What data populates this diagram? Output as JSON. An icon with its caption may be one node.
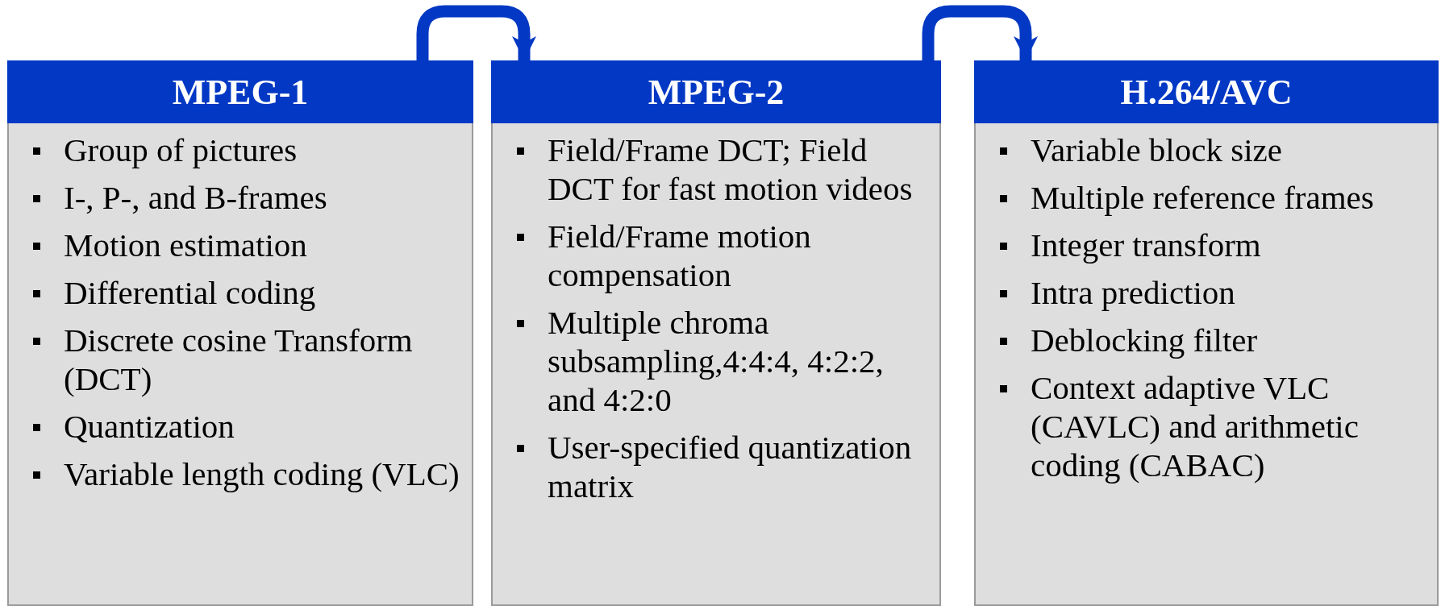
{
  "diagram": {
    "nodes": [
      {
        "text": [
          "MPEG-1"
        ]
      },
      {
        "text": [
          "Group of pictures",
          "I-, P-, and B-frames",
          "Motion estimation",
          "Differential coding",
          "Discrete cosine Transform (DCT)",
          "Quantization",
          "Variable length coding (VLC)"
        ]
      },
      {
        "text": [
          "MPEG-2"
        ]
      },
      {
        "text": [
          "Field/Frame DCT; Field DCT for fast motion videos",
          "Field/Frame motion compensation",
          "Multiple chroma subsampling,4:4:4, 4:2:2, and 4:2:0",
          "User-specified quantization matrix"
        ]
      },
      {
        "text": [
          "H.264/AVC"
        ]
      },
      {
        "text": [
          "Variable block size",
          "Multiple reference frames",
          "Integer transform",
          "Intra prediction",
          "Deblocking filter",
          "Context adaptive VLC (CAVLC) and arithmetic coding (CABAC)"
        ]
      }
    ],
    "edges": [
      {
        "from": 0,
        "to": 2,
        "arrow": "to"
      },
      {
        "from": 2,
        "to": 4,
        "arrow": "to"
      }
    ]
  }
}
